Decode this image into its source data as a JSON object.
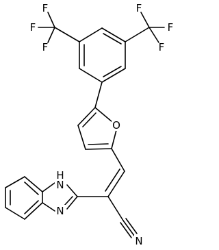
{
  "molecule": {
    "atoms": [
      {
        "label": "F",
        "name": "fluorine-1"
      },
      {
        "label": "F",
        "name": "fluorine-2"
      },
      {
        "label": "F",
        "name": "fluorine-3"
      },
      {
        "label": "F",
        "name": "fluorine-4"
      },
      {
        "label": "F",
        "name": "fluorine-5"
      },
      {
        "label": "F",
        "name": "fluorine-6"
      },
      {
        "label": "O",
        "name": "furan-oxygen"
      },
      {
        "label": "H",
        "name": "imidazole-nh-hydrogen"
      },
      {
        "label": "N",
        "name": "imidazole-nh-nitrogen"
      },
      {
        "label": "N",
        "name": "imidazole-n-nitrogen"
      },
      {
        "label": "N",
        "name": "nitrile-nitrogen"
      }
    ]
  }
}
